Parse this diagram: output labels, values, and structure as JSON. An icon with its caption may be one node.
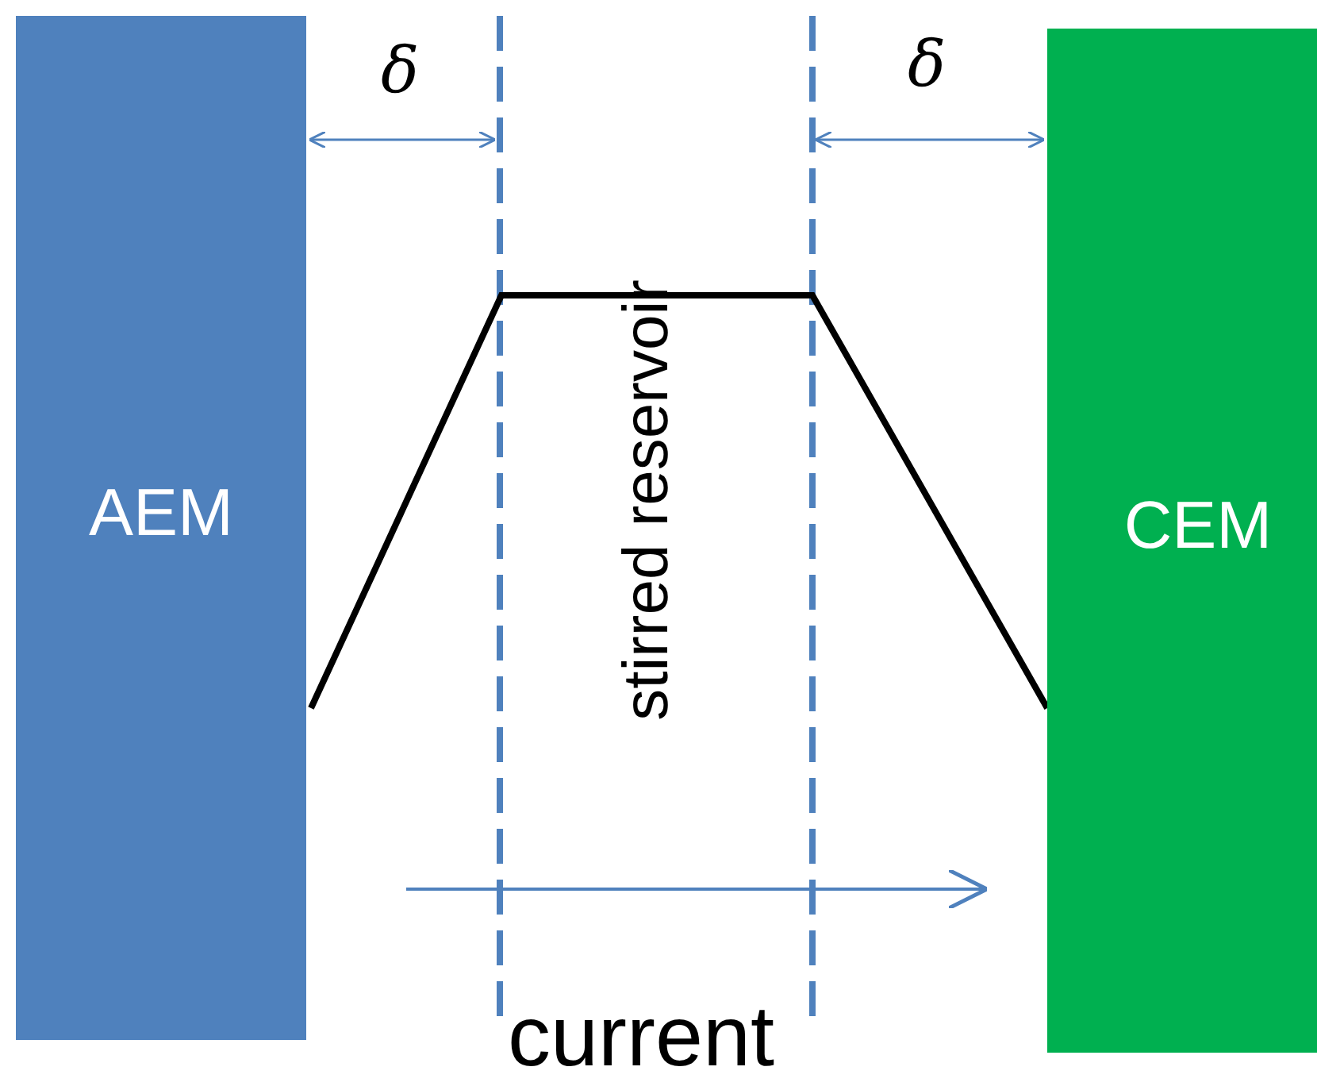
{
  "diagram": {
    "nodes": [
      {
        "text": [
          "AEM"
        ]
      },
      {
        "text": [
          "CEM"
        ]
      }
    ],
    "edges": [],
    "labels": [
      "δ",
      "δ",
      "stirred reservoir",
      "current"
    ]
  }
}
